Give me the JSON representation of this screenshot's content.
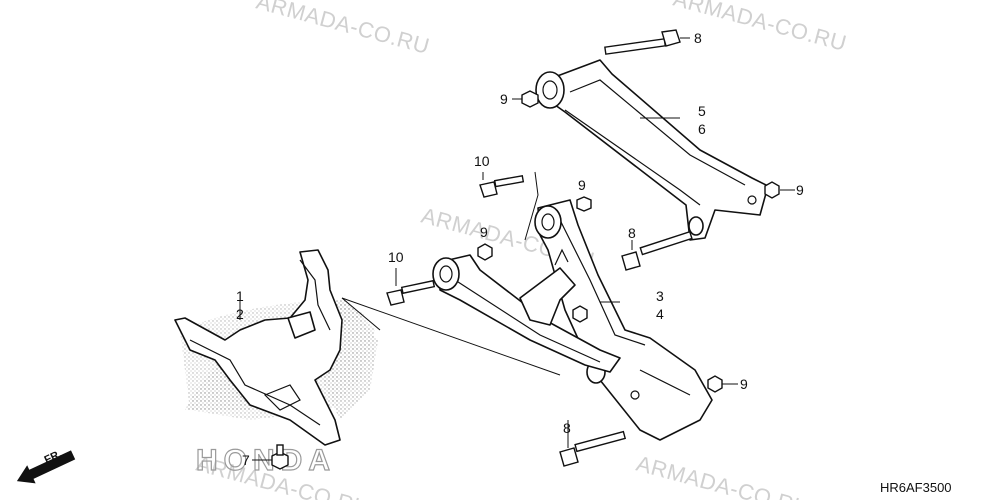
{
  "watermarks": [
    "ARMADA-CO.RU",
    "ARMADA-CO.RU",
    "ARMADA-CO.RU",
    "ARMADA-CO.RU",
    "ARMADA-CO.RU"
  ],
  "background_logo_text": "HONDA",
  "callouts": {
    "c1": "1",
    "c2": "2",
    "c3": "3",
    "c4": "4",
    "c5": "5",
    "c6": "6",
    "c7": "7",
    "c8a": "8",
    "c8b": "8",
    "c8c": "8",
    "c9a": "9",
    "c9b": "9",
    "c9c": "9",
    "c9d": "9",
    "c9e": "9",
    "c10a": "10",
    "c10b": "10"
  },
  "direction_label": "FR.",
  "diagram_code": "HR6AF3500"
}
